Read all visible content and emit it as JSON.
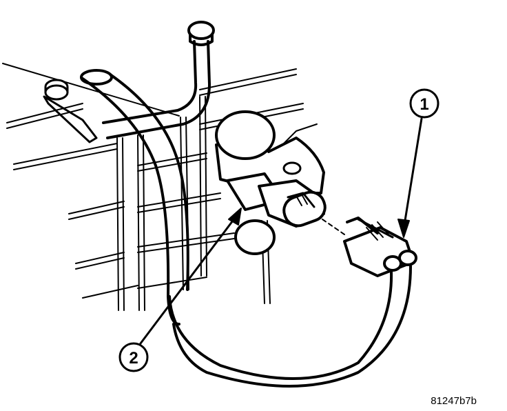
{
  "callouts": [
    {
      "number": "1"
    },
    {
      "number": "2"
    }
  ],
  "figure_id": "81247b7b",
  "colors": {
    "ink": "#000000",
    "paper": "#ffffff"
  }
}
